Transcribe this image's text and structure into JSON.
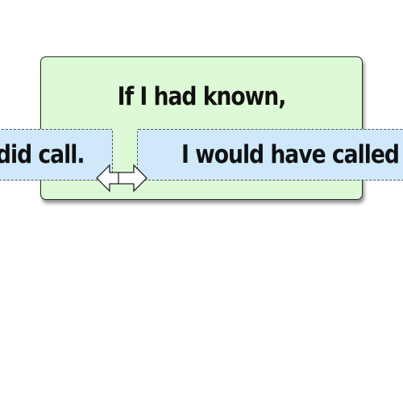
{
  "card": {
    "prompt_text": "If I had known,"
  },
  "tiles": [
    {
      "text": "did call."
    },
    {
      "text": "I would have called"
    }
  ],
  "cursor": {
    "icon": "resize-horizontal-icon"
  },
  "colors": {
    "card_background": "#ddfad6",
    "tile_background": "#cfe9fb",
    "text": "#111111"
  }
}
